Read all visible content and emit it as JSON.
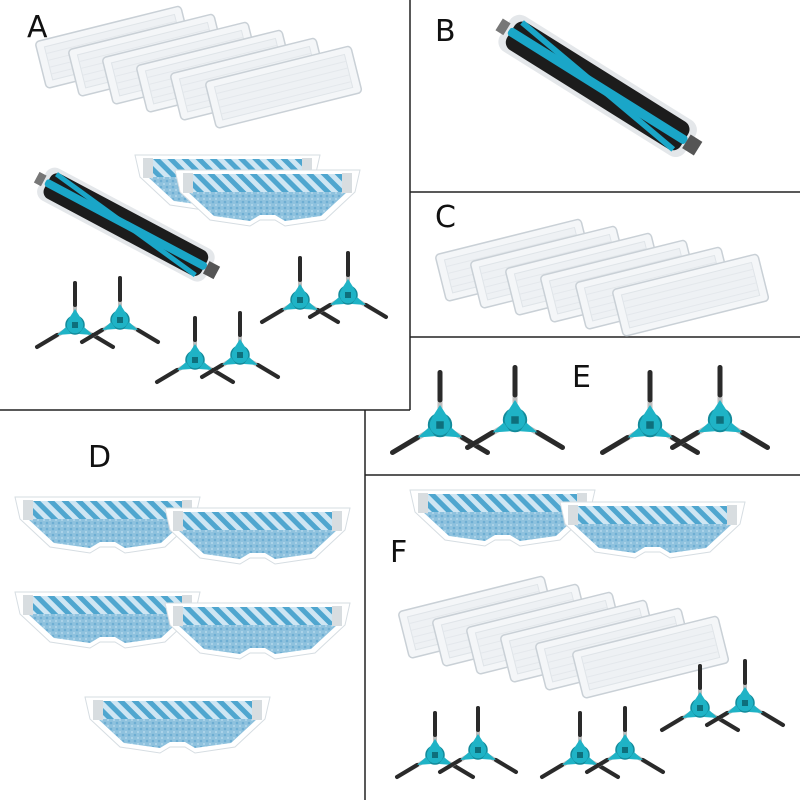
{
  "panels": {
    "a": {
      "label": "A"
    },
    "b": {
      "label": "B"
    },
    "c": {
      "label": "C"
    },
    "d": {
      "label": "D"
    },
    "e": {
      "label": "E"
    },
    "f": {
      "label": "F"
    }
  },
  "colors": {
    "border": "#222222",
    "filter_frame": "#f4f6f8",
    "filter_edge": "#c9d0d6",
    "filter_pleat": "#dfe4e8",
    "brush_bristle": "#1c1c1c",
    "brush_core": "#1aa6c8",
    "brush_shield": "#dfe3e6",
    "side_hub": "#1fb3c6",
    "side_arm": "#2a2a2a",
    "side_arm_light": "#bdbdbd",
    "mop_stripe": "#4fa6cf",
    "mop_base": "#9cc8e2",
    "mop_edge": "#ffffff"
  },
  "icons": [
    "hepa-filter-icon",
    "main-brush-icon",
    "side-brush-icon",
    "mop-pad-icon"
  ]
}
